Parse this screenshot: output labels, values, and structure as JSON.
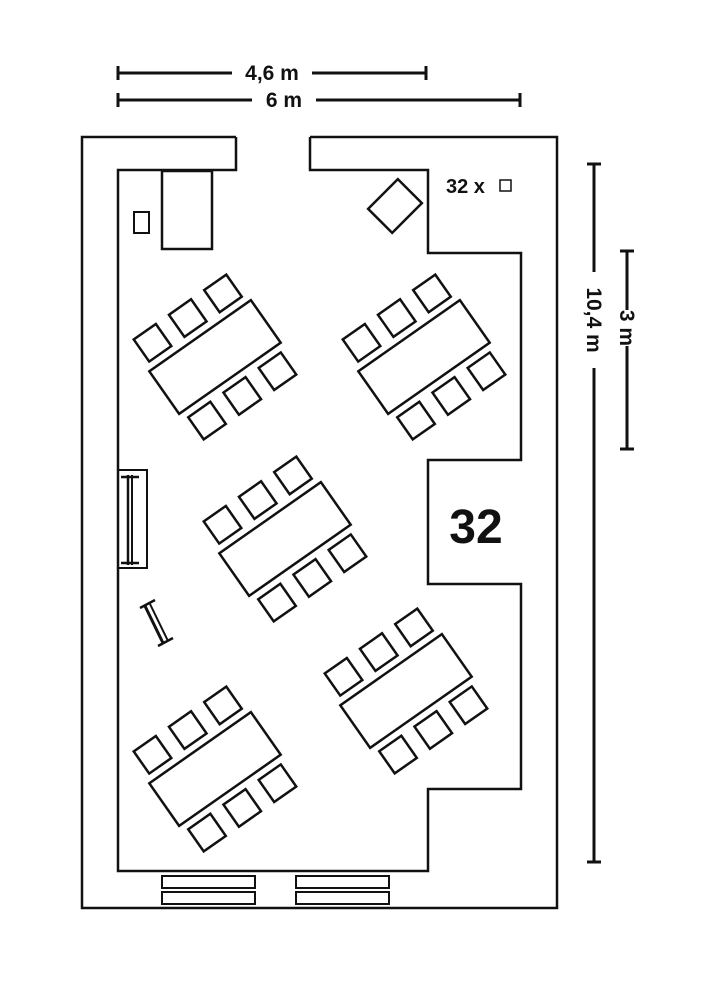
{
  "dimensions": {
    "partial_width": "4,6 m",
    "total_width": "6 m",
    "total_length": "10,4 m",
    "alcove_length": "3 m"
  },
  "capacity": {
    "seat_count_note": "32 x",
    "seat_symbol": "chair-square-icon",
    "total": "32"
  },
  "layout": {
    "table_groups": 5,
    "chairs_per_group": 6,
    "windows": 2
  },
  "colors": {
    "line": "#111111",
    "background": "#ffffff"
  }
}
